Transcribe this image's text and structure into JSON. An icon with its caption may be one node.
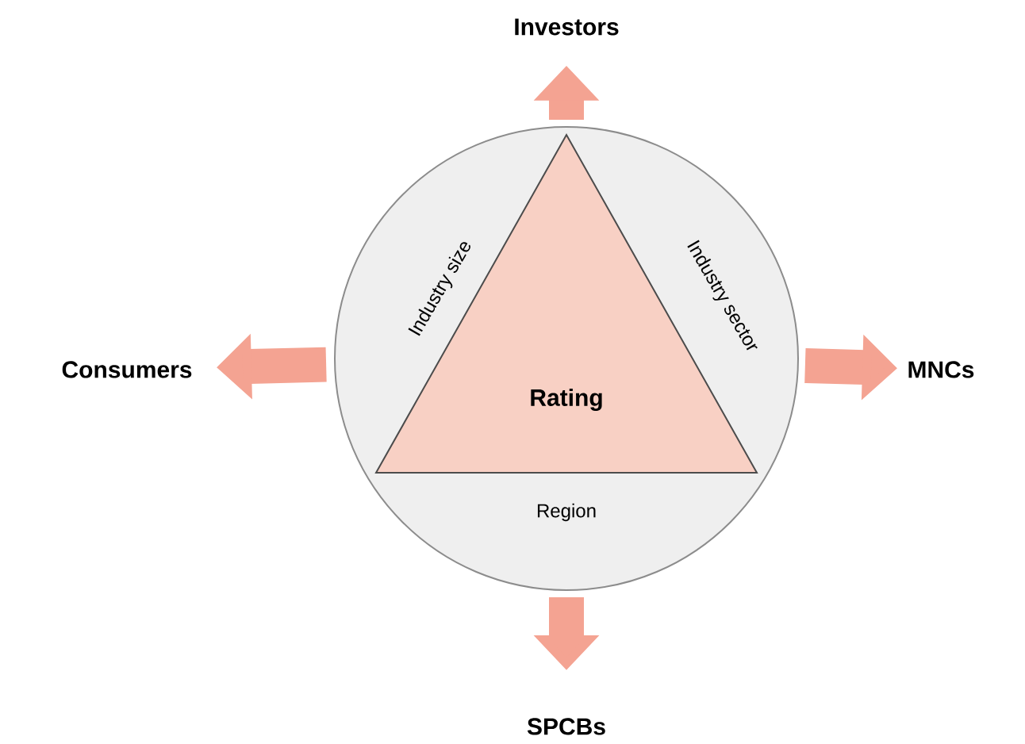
{
  "diagram": {
    "nodes": [
      {
        "text": [
          "Industry size",
          "Industry sector",
          "Region"
        ]
      },
      {
        "text": [
          "Rating"
        ],
        "in": 0
      },
      {
        "text": [
          "Investors"
        ]
      },
      {
        "text": [
          "MNCs"
        ]
      },
      {
        "text": [
          "SPCBs"
        ]
      },
      {
        "text": [
          "Consumers"
        ]
      }
    ],
    "edges": [
      {
        "from": 0,
        "to": 2,
        "arrow": "to"
      },
      {
        "from": 0,
        "to": 3,
        "arrow": "to"
      },
      {
        "from": 0,
        "to": 4,
        "arrow": "to"
      },
      {
        "from": 0,
        "to": 5,
        "arrow": "to"
      }
    ]
  }
}
